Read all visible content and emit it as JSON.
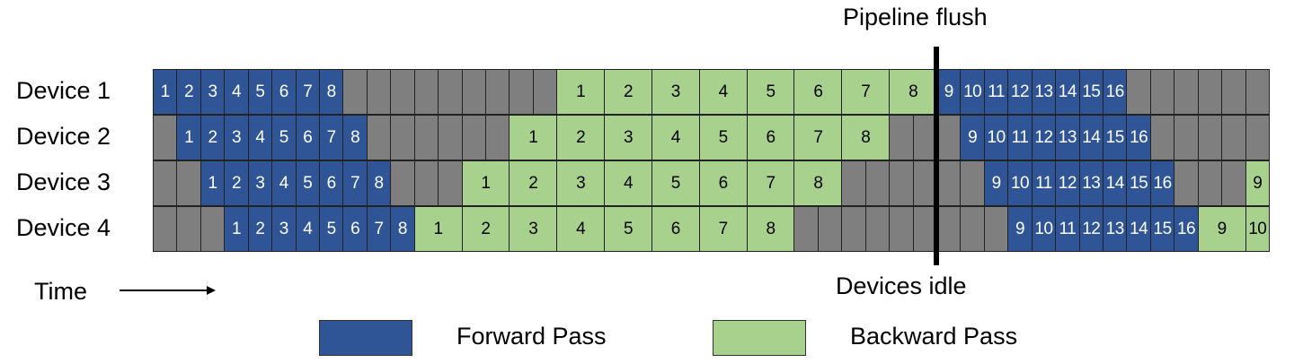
{
  "annotations": {
    "top": "Pipeline flush",
    "bottom": "Devices idle",
    "time_label": "Time"
  },
  "colors": {
    "forward": "#2f5597",
    "backward": "#a9d18e",
    "idle": "#7f7f7f"
  },
  "legend": [
    {
      "type": "fwd",
      "label": "Forward Pass"
    },
    {
      "type": "bwd",
      "label": "Backward Pass"
    }
  ],
  "total_time_units": 47,
  "devices": [
    {
      "label": "Device 1",
      "schedule": [
        [
          "fwd",
          "1",
          1
        ],
        [
          "fwd",
          "2",
          1
        ],
        [
          "fwd",
          "3",
          1
        ],
        [
          "fwd",
          "4",
          1
        ],
        [
          "fwd",
          "5",
          1
        ],
        [
          "fwd",
          "6",
          1
        ],
        [
          "fwd",
          "7",
          1
        ],
        [
          "fwd",
          "8",
          1
        ],
        [
          "idle",
          "",
          1
        ],
        [
          "idle",
          "",
          1
        ],
        [
          "idle",
          "",
          1
        ],
        [
          "idle",
          "",
          1
        ],
        [
          "idle",
          "",
          1
        ],
        [
          "idle",
          "",
          1
        ],
        [
          "idle",
          "",
          1
        ],
        [
          "idle",
          "",
          1
        ],
        [
          "idle",
          "",
          1
        ],
        [
          "bwd",
          "1",
          2
        ],
        [
          "bwd",
          "2",
          2
        ],
        [
          "bwd",
          "3",
          2
        ],
        [
          "bwd",
          "4",
          2
        ],
        [
          "bwd",
          "5",
          2
        ],
        [
          "bwd",
          "6",
          2
        ],
        [
          "bwd",
          "7",
          2
        ],
        [
          "bwd",
          "8",
          2
        ],
        [
          "fwd",
          "9",
          1
        ],
        [
          "fwd",
          "10",
          1
        ],
        [
          "fwd",
          "11",
          1
        ],
        [
          "fwd",
          "12",
          1
        ],
        [
          "fwd",
          "13",
          1
        ],
        [
          "fwd",
          "14",
          1
        ],
        [
          "fwd",
          "15",
          1
        ],
        [
          "fwd",
          "16",
          1
        ],
        [
          "idle",
          "",
          1
        ],
        [
          "idle",
          "",
          1
        ],
        [
          "idle",
          "",
          1
        ],
        [
          "idle",
          "",
          1
        ],
        [
          "idle",
          "",
          1
        ],
        [
          "idle",
          "",
          1
        ]
      ]
    },
    {
      "label": "Device 2",
      "schedule": [
        [
          "idle",
          "",
          1
        ],
        [
          "fwd",
          "1",
          1
        ],
        [
          "fwd",
          "2",
          1
        ],
        [
          "fwd",
          "3",
          1
        ],
        [
          "fwd",
          "4",
          1
        ],
        [
          "fwd",
          "5",
          1
        ],
        [
          "fwd",
          "6",
          1
        ],
        [
          "fwd",
          "7",
          1
        ],
        [
          "fwd",
          "8",
          1
        ],
        [
          "idle",
          "",
          1
        ],
        [
          "idle",
          "",
          1
        ],
        [
          "idle",
          "",
          1
        ],
        [
          "idle",
          "",
          1
        ],
        [
          "idle",
          "",
          1
        ],
        [
          "idle",
          "",
          1
        ],
        [
          "bwd",
          "1",
          2
        ],
        [
          "bwd",
          "2",
          2
        ],
        [
          "bwd",
          "3",
          2
        ],
        [
          "bwd",
          "4",
          2
        ],
        [
          "bwd",
          "5",
          2
        ],
        [
          "bwd",
          "6",
          2
        ],
        [
          "bwd",
          "7",
          2
        ],
        [
          "bwd",
          "8",
          2
        ],
        [
          "idle",
          "",
          1
        ],
        [
          "idle",
          "",
          1
        ],
        [
          "idle",
          "",
          1
        ],
        [
          "fwd",
          "9",
          1
        ],
        [
          "fwd",
          "10",
          1
        ],
        [
          "fwd",
          "11",
          1
        ],
        [
          "fwd",
          "12",
          1
        ],
        [
          "fwd",
          "13",
          1
        ],
        [
          "fwd",
          "14",
          1
        ],
        [
          "fwd",
          "15",
          1
        ],
        [
          "fwd",
          "16",
          1
        ],
        [
          "idle",
          "",
          1
        ],
        [
          "idle",
          "",
          1
        ],
        [
          "idle",
          "",
          1
        ],
        [
          "idle",
          "",
          1
        ],
        [
          "idle",
          "",
          1
        ]
      ]
    },
    {
      "label": "Device 3",
      "schedule": [
        [
          "idle",
          "",
          1
        ],
        [
          "idle",
          "",
          1
        ],
        [
          "fwd",
          "1",
          1
        ],
        [
          "fwd",
          "2",
          1
        ],
        [
          "fwd",
          "3",
          1
        ],
        [
          "fwd",
          "4",
          1
        ],
        [
          "fwd",
          "5",
          1
        ],
        [
          "fwd",
          "6",
          1
        ],
        [
          "fwd",
          "7",
          1
        ],
        [
          "fwd",
          "8",
          1
        ],
        [
          "idle",
          "",
          1
        ],
        [
          "idle",
          "",
          1
        ],
        [
          "idle",
          "",
          1
        ],
        [
          "bwd",
          "1",
          2
        ],
        [
          "bwd",
          "2",
          2
        ],
        [
          "bwd",
          "3",
          2
        ],
        [
          "bwd",
          "4",
          2
        ],
        [
          "bwd",
          "5",
          2
        ],
        [
          "bwd",
          "6",
          2
        ],
        [
          "bwd",
          "7",
          2
        ],
        [
          "bwd",
          "8",
          2
        ],
        [
          "idle",
          "",
          1
        ],
        [
          "idle",
          "",
          1
        ],
        [
          "idle",
          "",
          1
        ],
        [
          "idle",
          "",
          1
        ],
        [
          "idle",
          "",
          1
        ],
        [
          "idle",
          "",
          1
        ],
        [
          "fwd",
          "9",
          1
        ],
        [
          "fwd",
          "10",
          1
        ],
        [
          "fwd",
          "11",
          1
        ],
        [
          "fwd",
          "12",
          1
        ],
        [
          "fwd",
          "13",
          1
        ],
        [
          "fwd",
          "14",
          1
        ],
        [
          "fwd",
          "15",
          1
        ],
        [
          "fwd",
          "16",
          1
        ],
        [
          "idle",
          "",
          1
        ],
        [
          "idle",
          "",
          1
        ],
        [
          "idle",
          "",
          1
        ],
        [
          "bwd",
          "9",
          1
        ]
      ]
    },
    {
      "label": "Device 4",
      "schedule": [
        [
          "idle",
          "",
          1
        ],
        [
          "idle",
          "",
          1
        ],
        [
          "idle",
          "",
          1
        ],
        [
          "fwd",
          "1",
          1
        ],
        [
          "fwd",
          "2",
          1
        ],
        [
          "fwd",
          "3",
          1
        ],
        [
          "fwd",
          "4",
          1
        ],
        [
          "fwd",
          "5",
          1
        ],
        [
          "fwd",
          "6",
          1
        ],
        [
          "fwd",
          "7",
          1
        ],
        [
          "fwd",
          "8",
          1
        ],
        [
          "bwd",
          "1",
          2
        ],
        [
          "bwd",
          "2",
          2
        ],
        [
          "bwd",
          "3",
          2
        ],
        [
          "bwd",
          "4",
          2
        ],
        [
          "bwd",
          "5",
          2
        ],
        [
          "bwd",
          "6",
          2
        ],
        [
          "bwd",
          "7",
          2
        ],
        [
          "bwd",
          "8",
          2
        ],
        [
          "idle",
          "",
          1
        ],
        [
          "idle",
          "",
          1
        ],
        [
          "idle",
          "",
          1
        ],
        [
          "idle",
          "",
          1
        ],
        [
          "idle",
          "",
          1
        ],
        [
          "idle",
          "",
          1
        ],
        [
          "idle",
          "",
          1
        ],
        [
          "idle",
          "",
          1
        ],
        [
          "idle",
          "",
          1
        ],
        [
          "fwd",
          "9",
          1
        ],
        [
          "fwd",
          "10",
          1
        ],
        [
          "fwd",
          "11",
          1
        ],
        [
          "fwd",
          "12",
          1
        ],
        [
          "fwd",
          "13",
          1
        ],
        [
          "fwd",
          "14",
          1
        ],
        [
          "fwd",
          "15",
          1
        ],
        [
          "fwd",
          "16",
          1
        ],
        [
          "bwd",
          "9",
          2
        ],
        [
          "bwd",
          "10",
          1
        ]
      ]
    }
  ]
}
